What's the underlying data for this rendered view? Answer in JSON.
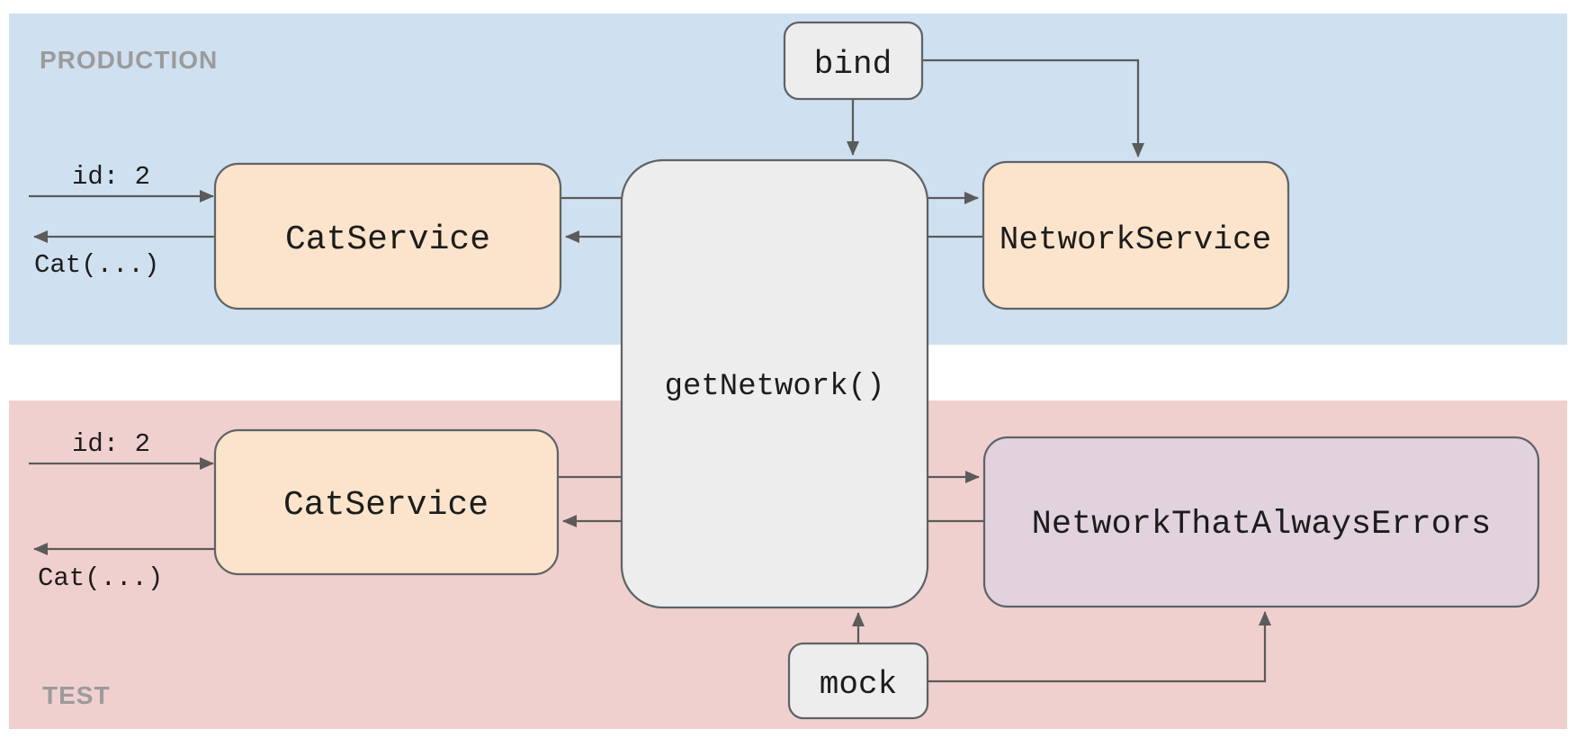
{
  "sections": {
    "production": "PRODUCTION",
    "test": "TEST"
  },
  "nodes": {
    "cat_service_production": "CatService",
    "network_service": "NetworkService",
    "get_network": "getNetwork()",
    "bind": "bind",
    "mock": "mock",
    "cat_service_test": "CatService",
    "network_that_always_errors": "NetworkThatAlwaysErrors"
  },
  "edge_labels": {
    "production_request": "id: 2",
    "production_response": "Cat(...)",
    "test_request": "id: 2",
    "test_response": "Cat(...)"
  },
  "colors": {
    "production_panel": "#cfe0f0",
    "test_panel": "#f0d0ce",
    "service_node_fill": "#fbe4cb",
    "error_node_fill": "#e1d2de",
    "helper_node_fill": "#ededed",
    "node_border": "#5f6368",
    "arrow": "#5b5b5b",
    "section_label": "#9b9b9b",
    "label_text": "#1c1c1c"
  }
}
